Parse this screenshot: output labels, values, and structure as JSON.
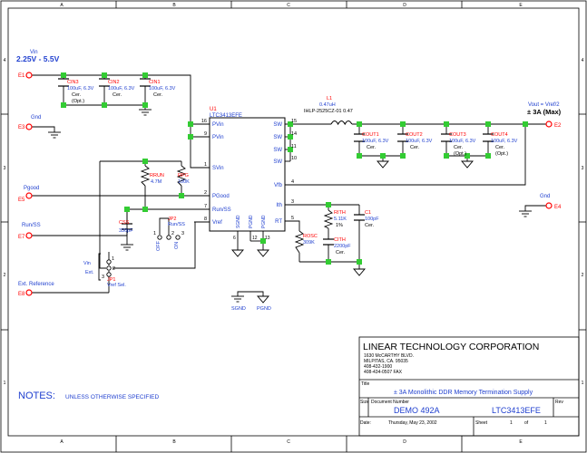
{
  "colors": {
    "wire": "#000000",
    "border": "#000000",
    "node": "#33cc33",
    "terminal": "#ff0000",
    "label_blue": "#1f3fcf",
    "label_red": "#ff0000",
    "background": "#ffffff"
  },
  "border_cols": [
    "A",
    "B",
    "C",
    "D",
    "E"
  ],
  "border_rows": [
    "4",
    "3",
    "2",
    "1"
  ],
  "vin": {
    "label": "Vin",
    "range": "2.25V - 5.5V",
    "terminal": "E1"
  },
  "gnd_in": {
    "label": "Gnd",
    "terminal": "E3"
  },
  "pgood_term": {
    "label": "Pgood",
    "terminal": "E5"
  },
  "runss_term": {
    "label": "Run/SS",
    "terminal": "E7"
  },
  "extref_term": {
    "label": "Ext. Reference",
    "terminal": "E8"
  },
  "vout": {
    "label": "Vout = Vref/2",
    "current": "± 3A (Max)",
    "terminal": "E2"
  },
  "gnd_out": {
    "label": "Gnd",
    "terminal": "E4"
  },
  "cin": [
    {
      "name": "CIN3",
      "value": "100uF, 6.3V",
      "type": "Cer.",
      "opt": "(Opt.)"
    },
    {
      "name": "CIN2",
      "value": "100uF, 6.3V",
      "type": "Cer.",
      "opt": ""
    },
    {
      "name": "CIN1",
      "value": "100uF, 6.3V",
      "type": "Cer.",
      "opt": ""
    }
  ],
  "cout": [
    {
      "name": "COUT1",
      "value": "100uF, 6.3V",
      "type": "Cer.",
      "opt": ""
    },
    {
      "name": "COUT2",
      "value": "100uF, 6.3V",
      "type": "Cer.",
      "opt": ""
    },
    {
      "name": "COUT3",
      "value": "100uF, 6.3V",
      "type": "Cer.",
      "opt": "(Opt.)"
    },
    {
      "name": "COUT4",
      "value": "100uF, 6.3V",
      "type": "Cer.",
      "opt": "(Opt.)"
    }
  ],
  "u1": {
    "ref": "U1",
    "part": "LTC3413EFE",
    "pins_left": [
      {
        "num": "16",
        "name": "PVin"
      },
      {
        "num": "9",
        "name": "PVin"
      },
      {
        "num": "1",
        "name": "SVin"
      },
      {
        "num": "2",
        "name": "PGood"
      },
      {
        "num": "7",
        "name": "Run/SS"
      },
      {
        "num": "8",
        "name": "Vref"
      }
    ],
    "pins_right": [
      {
        "num": "15",
        "name": "SW"
      },
      {
        "num": "14",
        "name": "SW"
      },
      {
        "num": "11",
        "name": "SW"
      },
      {
        "num": "10",
        "name": "SW"
      },
      {
        "num": "4",
        "name": "Vfb"
      },
      {
        "num": "3",
        "name": "Ith"
      },
      {
        "num": "5",
        "name": "RT"
      }
    ],
    "pins_bottom": [
      {
        "num": "6",
        "name": "SGND"
      },
      {
        "num": "12",
        "name": "PGND"
      },
      {
        "num": "13",
        "name": "PGND"
      }
    ]
  },
  "l1": {
    "name": "L1",
    "value": "0.47uH",
    "part": "IHLP-2525CZ-01 0.47"
  },
  "rrun": {
    "name": "RRUN",
    "value": "4.7M"
  },
  "rpg": {
    "name": "RPG",
    "value": "100K"
  },
  "css": {
    "name": "CSS",
    "value": "330pF"
  },
  "jp2": {
    "name": "JP2",
    "desc": "Run/SS",
    "off": "OFF",
    "on": "ON",
    "p1": "1",
    "p2": "2",
    "p3": "3"
  },
  "jp1": {
    "name": "JP1",
    "desc": "Vref Sel.",
    "vin": "Vin",
    "ext": "Ext.",
    "p1": "1",
    "p2": "2",
    "p3": "3"
  },
  "rith": {
    "name": "RITH",
    "value": "5.11K",
    "tol": "1%"
  },
  "c1": {
    "name": "C1",
    "value": "100pF",
    "type": "Cer."
  },
  "cith": {
    "name": "CITH",
    "value": "2200pF",
    "type": "Cer."
  },
  "rosc": {
    "name": "ROSC",
    "value": "309K"
  },
  "ground_labels": {
    "sgnd": "SGND",
    "pgnd": "PGND"
  },
  "title_block": {
    "company": "LINEAR TECHNOLOGY CORPORATION",
    "address": [
      "1630 McCARTHY BLVD.",
      "MILPITAS, CA. 95035",
      "408-432-1900",
      "408-434-0507 FAX"
    ],
    "title_label": "Title",
    "title": "± 3A Monolithic DDR Memory Termination Supply",
    "size_label": "Size",
    "docnum_label": "Document Number",
    "rev_label": "Rev",
    "docnum": "DEMO 492A",
    "part": "LTC3413EFE",
    "date_label": "Date:",
    "date": "Thursday, May 23, 2002",
    "sheet_label": "Sheet",
    "sheet": "1",
    "of_label": "of",
    "sheets": "1"
  },
  "notes": {
    "title": "NOTES:",
    "text": "UNLESS OTHERWISE SPECIFIED"
  }
}
